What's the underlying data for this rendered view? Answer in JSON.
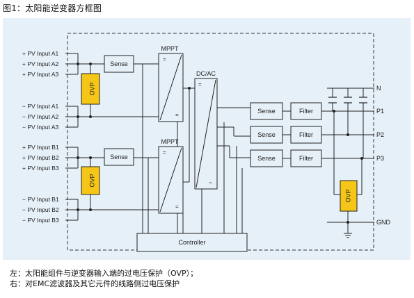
{
  "figure": {
    "title": "图1：太阳能逆变器方框图"
  },
  "inputs": {
    "a": [
      "+ PV Input A1",
      "+ PV Input A2",
      "+ PV Input A3",
      "− PV Input A1",
      "− PV Input A2",
      "− PV Input A3"
    ],
    "b": [
      "+ PV Input B1",
      "+ PV Input B2",
      "+ PV Input B3",
      "− PV Input B1",
      "− PV Input B2",
      "− PV Input B3"
    ]
  },
  "blocks": {
    "sense": "Sense",
    "ovp": "OVP",
    "mppt": "MPPT",
    "dcac": "DC/AC",
    "filter": "Filter",
    "controller": "Controller"
  },
  "outputs": [
    "N",
    "P1",
    "P2",
    "P3",
    "GND"
  ],
  "notes": {
    "left": "左：太阳能组件与逆变器输入端的过电压保护（OVP）；",
    "right": "右：对EMC滤波器及其它元件的线路侧过电压保护"
  },
  "colors": {
    "panel_bg": "#e6f0f8",
    "ovp_fill": "#f5c518",
    "line": "#222222"
  }
}
